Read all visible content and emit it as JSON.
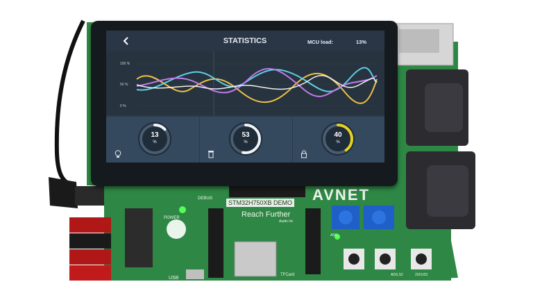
{
  "screen": {
    "title": "STATISTICS",
    "mcu_label": "MCU load:",
    "mcu_value": "13%",
    "y_axis_labels": [
      "100 %",
      "50 %",
      "0 %"
    ],
    "back_icon": "chevron-left-icon",
    "gauges": [
      {
        "value": "13",
        "unit": "%",
        "fraction": 0.13,
        "color": "#f0f3f7",
        "icon": "lightbulb-icon"
      },
      {
        "value": "53",
        "unit": "%",
        "fraction": 0.53,
        "color": "#f0f3f7",
        "icon": "trash-icon"
      },
      {
        "value": "40",
        "unit": "%",
        "fraction": 0.4,
        "color": "#e6d21e",
        "icon": "lock-icon"
      }
    ],
    "series_colors": [
      "#f0c243",
      "#5fd0e8",
      "#c07be8",
      "#f0f0f0"
    ]
  },
  "board": {
    "brand": "AVNET",
    "model": "STM32H750XB DEMO",
    "slogan": "Reach Further",
    "labels": {
      "debug": "DEBUG",
      "power": "POWER",
      "usb": "USB",
      "tfcard": "TFCard",
      "audio": "Audio Int",
      "adc": "ADC",
      "rev": "ADS.S2",
      "date": "2021/03"
    },
    "pcb_color": "#2f8a45"
  }
}
